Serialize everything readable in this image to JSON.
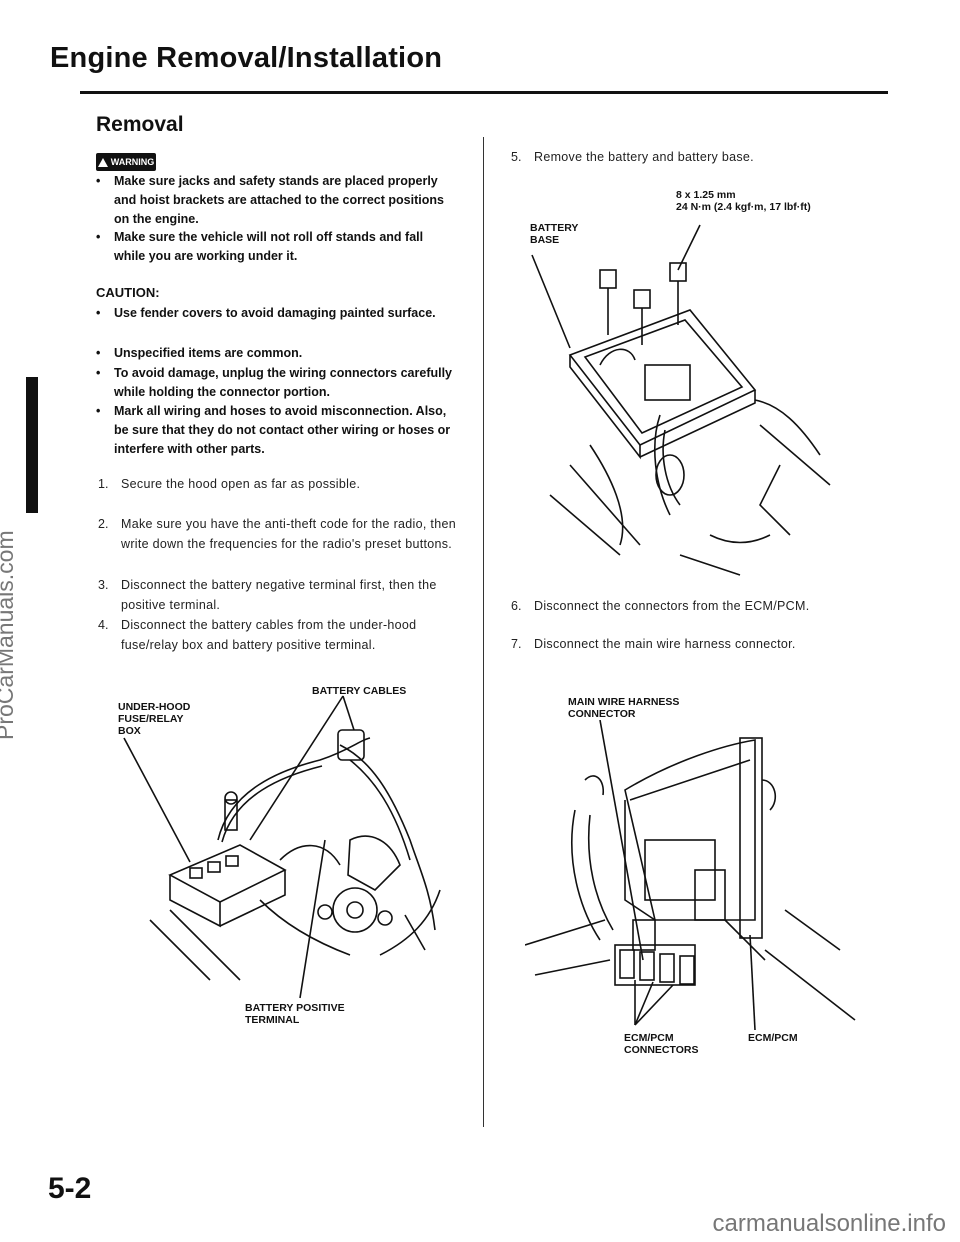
{
  "header": {
    "title": "Engine Removal/Installation"
  },
  "watermark_side": "ProCarManuals.com",
  "watermark_bottom": "carmanualsonline.info",
  "section_title": "Removal",
  "warning": {
    "badge": "WARNING",
    "items": [
      "Make sure jacks and safety stands are placed properly and hoist brackets are attached to the correct positions on the engine.",
      "Make sure the vehicle will not roll off stands and fall while you are working under it."
    ]
  },
  "caution": {
    "label": "CAUTION:",
    "items": [
      "Use fender covers to avoid damaging painted surface.",
      "Unspecified items are common.",
      "To avoid damage, unplug the wiring connectors carefully while holding the connector portion.",
      "Mark all wiring and hoses to avoid misconnection. Also, be sure that they do not contact other wiring or hoses or interfere with other parts."
    ]
  },
  "steps_left": [
    {
      "num": "1.",
      "text": "Secure the hood open as far as possible."
    },
    {
      "num": "2.",
      "text": "Make sure you have the anti-theft code for the radio, then write down the frequencies for the radio's preset buttons."
    },
    {
      "num": "3.",
      "text": "Disconnect the battery negative terminal first, then the positive terminal."
    },
    {
      "num": "4.",
      "text": "Disconnect the battery cables from the under-hood fuse/relay box and battery positive terminal."
    }
  ],
  "fig1": {
    "battery_cables": "BATTERY CABLES",
    "fuse_box": "UNDER-HOOD\nFUSE/RELAY\nBOX",
    "positive_terminal": "BATTERY POSITIVE\nTERMINAL"
  },
  "steps_right": [
    {
      "num": "5.",
      "text": "Remove the battery and battery base."
    },
    {
      "num": "6.",
      "text": "Disconnect the connectors from the ECM/PCM."
    },
    {
      "num": "7.",
      "text": "Disconnect the main wire harness connector."
    }
  ],
  "fig2": {
    "bolt_spec": "8 x 1.25 mm\n24 N·m (2.4 kgf·m, 17 lbf·ft)",
    "battery_base": "BATTERY\nBASE"
  },
  "fig3": {
    "harness": "MAIN WIRE HARNESS\nCONNECTOR",
    "connectors": "ECM/PCM\nCONNECTORS",
    "ecm": "ECM/PCM"
  },
  "page_number": "5-2"
}
